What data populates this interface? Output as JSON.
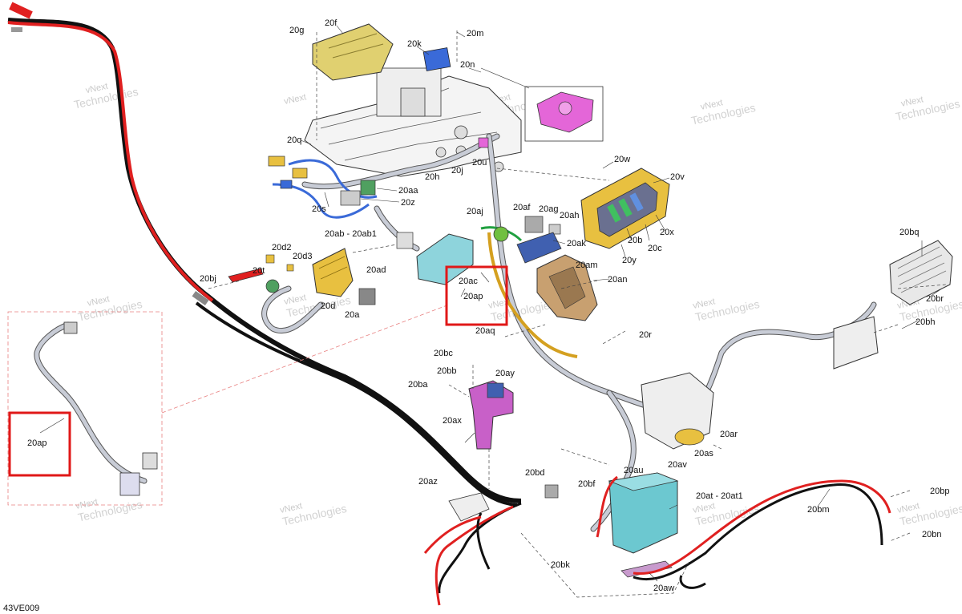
{
  "figure_id": "43VE009",
  "watermark": {
    "line1": "vNext",
    "line2": "Technologies"
  },
  "colors": {
    "highlight": "#e01818",
    "cable_red": "#e02020",
    "cable_black": "#111111",
    "ecm_yellow": "#e0d070",
    "connector_blue": "#3a6ad8",
    "pink_part": "#e466d8",
    "teal_part": "#8ed4dc",
    "tan_part": "#c8a070",
    "yellow_part": "#e8c040",
    "battery_teal": "#6cc8d0"
  },
  "labels": [
    {
      "id": "20f",
      "text": "20f"
    },
    {
      "id": "20g",
      "text": "20g"
    },
    {
      "id": "20m",
      "text": "20m"
    },
    {
      "id": "20k",
      "text": "20k"
    },
    {
      "id": "20n",
      "text": "20n"
    },
    {
      "id": "20q",
      "text": "20q"
    },
    {
      "id": "20h",
      "text": "20h"
    },
    {
      "id": "20j",
      "text": "20j"
    },
    {
      "id": "20u",
      "text": "20u"
    },
    {
      "id": "20w",
      "text": "20w"
    },
    {
      "id": "20v",
      "text": "20v"
    },
    {
      "id": "20aa",
      "text": "20aa"
    },
    {
      "id": "20z",
      "text": "20z"
    },
    {
      "id": "20s",
      "text": "20s"
    },
    {
      "id": "20aj",
      "text": "20aj"
    },
    {
      "id": "20af",
      "text": "20af"
    },
    {
      "id": "20ag",
      "text": "20ag"
    },
    {
      "id": "20ah",
      "text": "20ah"
    },
    {
      "id": "20ab",
      "text": "20ab - 20ab1"
    },
    {
      "id": "20ak",
      "text": "20ak"
    },
    {
      "id": "20b",
      "text": "20b"
    },
    {
      "id": "20x",
      "text": "20x"
    },
    {
      "id": "20c",
      "text": "20c"
    },
    {
      "id": "20y",
      "text": "20y"
    },
    {
      "id": "20d2",
      "text": "20d2"
    },
    {
      "id": "20d3",
      "text": "20d3"
    },
    {
      "id": "20t",
      "text": "20t"
    },
    {
      "id": "20ad",
      "text": "20ad"
    },
    {
      "id": "20ac",
      "text": "20ac"
    },
    {
      "id": "20am",
      "text": "20am"
    },
    {
      "id": "20an",
      "text": "20an"
    },
    {
      "id": "20bq",
      "text": "20bq"
    },
    {
      "id": "20bj",
      "text": "20bj"
    },
    {
      "id": "20d",
      "text": "20d"
    },
    {
      "id": "20a",
      "text": "20a"
    },
    {
      "id": "20ap_main",
      "text": "20ap"
    },
    {
      "id": "20br",
      "text": "20br"
    },
    {
      "id": "20bh",
      "text": "20bh"
    },
    {
      "id": "20aq",
      "text": "20aq"
    },
    {
      "id": "20r",
      "text": "20r"
    },
    {
      "id": "20bc",
      "text": "20bc"
    },
    {
      "id": "20bb",
      "text": "20bb"
    },
    {
      "id": "20ay",
      "text": "20ay"
    },
    {
      "id": "20ba",
      "text": "20ba"
    },
    {
      "id": "20ax",
      "text": "20ax"
    },
    {
      "id": "20ap_detail",
      "text": "20ap"
    },
    {
      "id": "20ar",
      "text": "20ar"
    },
    {
      "id": "20as",
      "text": "20as"
    },
    {
      "id": "20au",
      "text": "20au"
    },
    {
      "id": "20av",
      "text": "20av"
    },
    {
      "id": "20bd",
      "text": "20bd"
    },
    {
      "id": "20bf",
      "text": "20bf"
    },
    {
      "id": "20az",
      "text": "20az"
    },
    {
      "id": "20at",
      "text": "20at - 20at1"
    },
    {
      "id": "20bm",
      "text": "20bm"
    },
    {
      "id": "20bp",
      "text": "20bp"
    },
    {
      "id": "20bn",
      "text": "20bn"
    },
    {
      "id": "20bk",
      "text": "20bk"
    },
    {
      "id": "20aw",
      "text": "20aw"
    }
  ]
}
